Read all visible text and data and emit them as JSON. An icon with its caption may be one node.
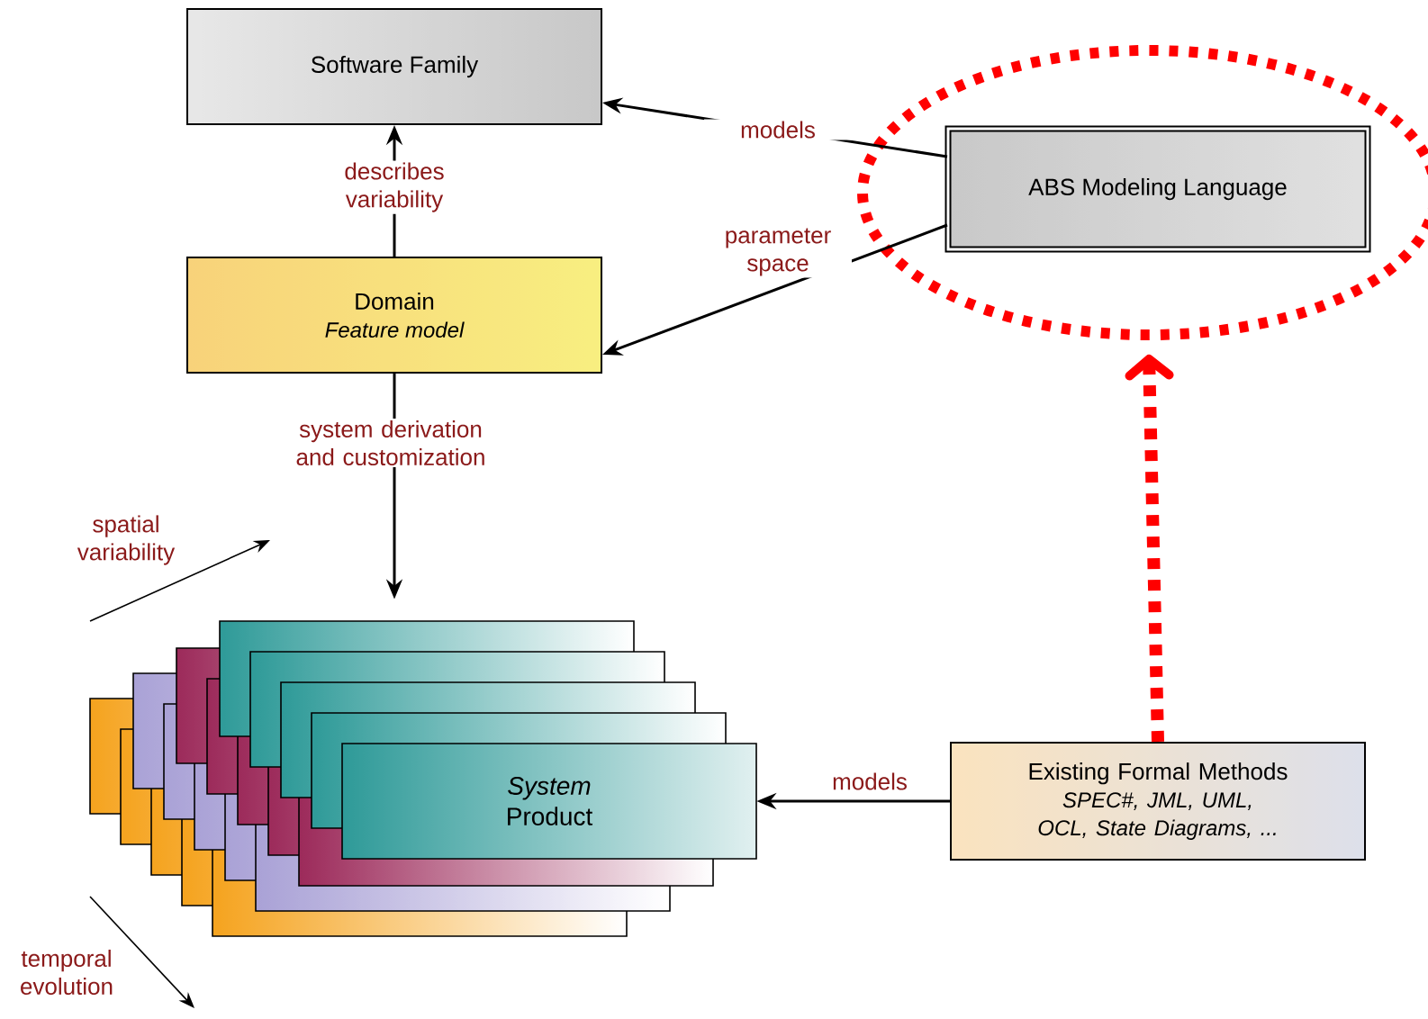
{
  "diagram": {
    "nodes": [
      {
        "text": [
          "Software Family"
        ]
      },
      {
        "text": [
          "Domain",
          "Feature model"
        ]
      },
      {
        "text": [],
        "shape": "ellipse"
      },
      {
        "text": [
          "ABS Modeling Language"
        ],
        "in": 2
      },
      {
        "text": [
          "System",
          "Product"
        ]
      },
      {
        "text": [
          "Existing Formal Methods",
          "SPEC#, JML, UML, OCL, State Diagrams, ..."
        ]
      }
    ],
    "edges": [
      {
        "from": 1,
        "to": 0,
        "arrow": "to",
        "label": "describes variability"
      },
      {
        "from": 3,
        "to": 0,
        "arrow": "to",
        "label": "models"
      },
      {
        "from": 3,
        "to": 1,
        "arrow": "to",
        "label": "parameter space"
      },
      {
        "from": 1,
        "to": 4,
        "arrow": "to",
        "label": "system derivation and customization"
      },
      {
        "from": 5,
        "to": 4,
        "arrow": "to",
        "label": "models"
      },
      {
        "from": 5,
        "to": 2,
        "arrow": "to",
        "style": "dashed",
        "color": "#ff0000"
      }
    ],
    "labels": [
      "spatial variability",
      "temporal evolution"
    ]
  }
}
